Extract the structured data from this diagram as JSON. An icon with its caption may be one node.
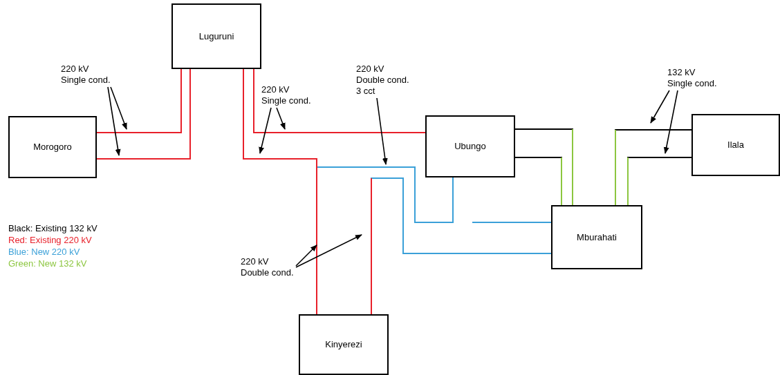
{
  "diagram": {
    "nodes": [
      {
        "text": [
          "Luguruni"
        ]
      },
      {
        "text": [
          "Morogoro"
        ]
      },
      {
        "text": [
          "Ubungo"
        ]
      },
      {
        "text": [
          "Ilala"
        ]
      },
      {
        "text": [
          "Mburahati"
        ]
      },
      {
        "text": [
          "Kinyerezi"
        ]
      },
      {
        "text": [
          "220 kV Single cond."
        ]
      },
      {
        "text": [
          "220 kV Single cond."
        ]
      },
      {
        "text": [
          "220 kV Double cond. 3 cct"
        ]
      },
      {
        "text": [
          "132 kV Single cond."
        ]
      },
      {
        "text": [
          "220 kV Double cond."
        ]
      }
    ],
    "edges": [
      {
        "from": 1,
        "to": 0,
        "arrow": "none",
        "color": "#e8202a"
      },
      {
        "from": 1,
        "to": 0,
        "arrow": "none",
        "color": "#e8202a"
      },
      {
        "from": 0,
        "to": 2,
        "arrow": "none",
        "color": "#e8202a"
      },
      {
        "from": 2,
        "to": 5,
        "arrow": "none",
        "color": "#3aa0d8"
      },
      {
        "from": 0,
        "to": 5,
        "arrow": "none",
        "color": "#e8202a"
      },
      {
        "from": 5,
        "to": 4,
        "arrow": "none",
        "color": "#3aa0d8"
      },
      {
        "from": null,
        "to": 4,
        "arrow": "none",
        "color": "#3aa0d8"
      },
      {
        "from": 2,
        "to": 4,
        "arrow": "none",
        "color": "#000000"
      },
      {
        "from": 2,
        "to": 4,
        "arrow": "none",
        "color": "#000000"
      },
      {
        "from": 3,
        "to": 4,
        "arrow": "none",
        "color": "#000000"
      },
      {
        "from": 3,
        "to": 4,
        "arrow": "none",
        "color": "#000000"
      },
      {
        "from": 6,
        "to": null,
        "arrow": "to"
      },
      {
        "from": 6,
        "to": null,
        "arrow": "to"
      },
      {
        "from": 7,
        "to": null,
        "arrow": "to"
      },
      {
        "from": 7,
        "to": null,
        "arrow": "to"
      },
      {
        "from": 8,
        "to": null,
        "arrow": "to"
      },
      {
        "from": 9,
        "to": null,
        "arrow": "to"
      },
      {
        "from": 9,
        "to": null,
        "arrow": "to"
      },
      {
        "from": 10,
        "to": null,
        "arrow": "to"
      },
      {
        "from": 10,
        "to": null,
        "arrow": "to"
      }
    ],
    "legend": [
      {
        "text": "Black: Existing 132 kV",
        "color": "#000000"
      },
      {
        "text": "Red: Existing 220 kV",
        "color": "#e8202a"
      },
      {
        "text": "Blue: New 220 kV",
        "color": "#3aa0d8"
      },
      {
        "text": "Green: New 132 kV",
        "color": "#8cc63f"
      }
    ]
  }
}
